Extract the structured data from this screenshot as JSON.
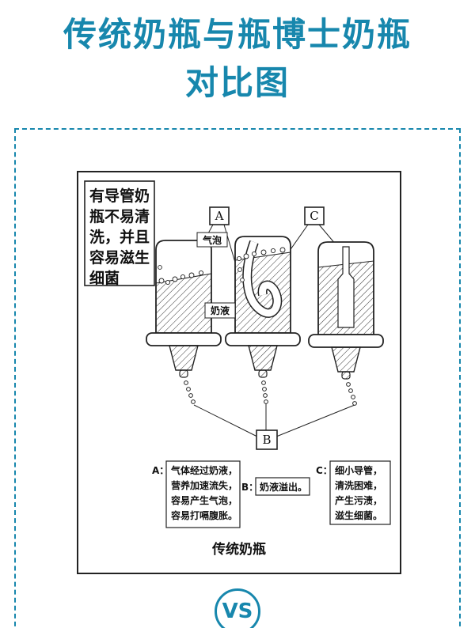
{
  "page": {
    "title_line1": "传统奶瓶与瓶博士奶瓶",
    "title_line2": "对比图",
    "accent_color": "#1787ad"
  },
  "diagram": {
    "warning_lines": [
      "有导管奶",
      "瓶不易清",
      "洗，并且",
      "容易滋生",
      "细菌"
    ],
    "labels": {
      "a": "A",
      "b": "B",
      "c": "C",
      "bubble": "气泡",
      "milk": "奶液"
    },
    "annotation_a": {
      "prefix": "A：",
      "lines": [
        "气体经过奶液，",
        "营养加速流失，",
        "容易产生气泡，",
        "容易打嗝腹胀。"
      ]
    },
    "annotation_b": {
      "prefix": "B：",
      "text": "奶液溢出。"
    },
    "annotation_c": {
      "prefix": "C：",
      "lines": [
        "细小导管，",
        "清洗困难，",
        "产生污渍，",
        "滋生细菌。"
      ]
    },
    "caption": "传统奶瓶"
  },
  "vs_badge": "VS"
}
